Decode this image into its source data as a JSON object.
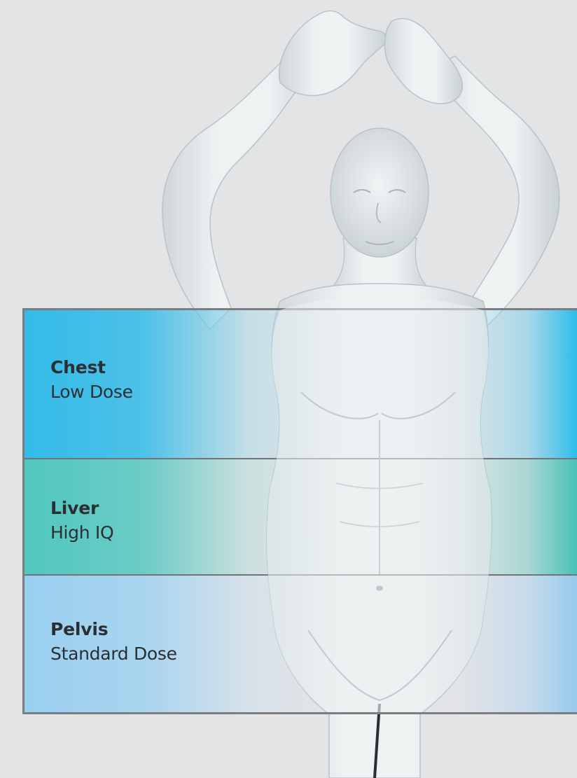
{
  "zones": [
    {
      "name": "Chest",
      "description": "Low Dose",
      "color": "#2bb8e8"
    },
    {
      "name": "Liver",
      "description": "High IQ",
      "color": "#4cc4bc"
    },
    {
      "name": "Pelvis",
      "description": "Standard Dose",
      "color": "#96cef0"
    }
  ],
  "colors": {
    "background": "#e3e4e6",
    "body_skin": "#e9eef0",
    "frame_border": "#7b7d80"
  },
  "icons": {
    "figure": "human-body-illustration"
  }
}
